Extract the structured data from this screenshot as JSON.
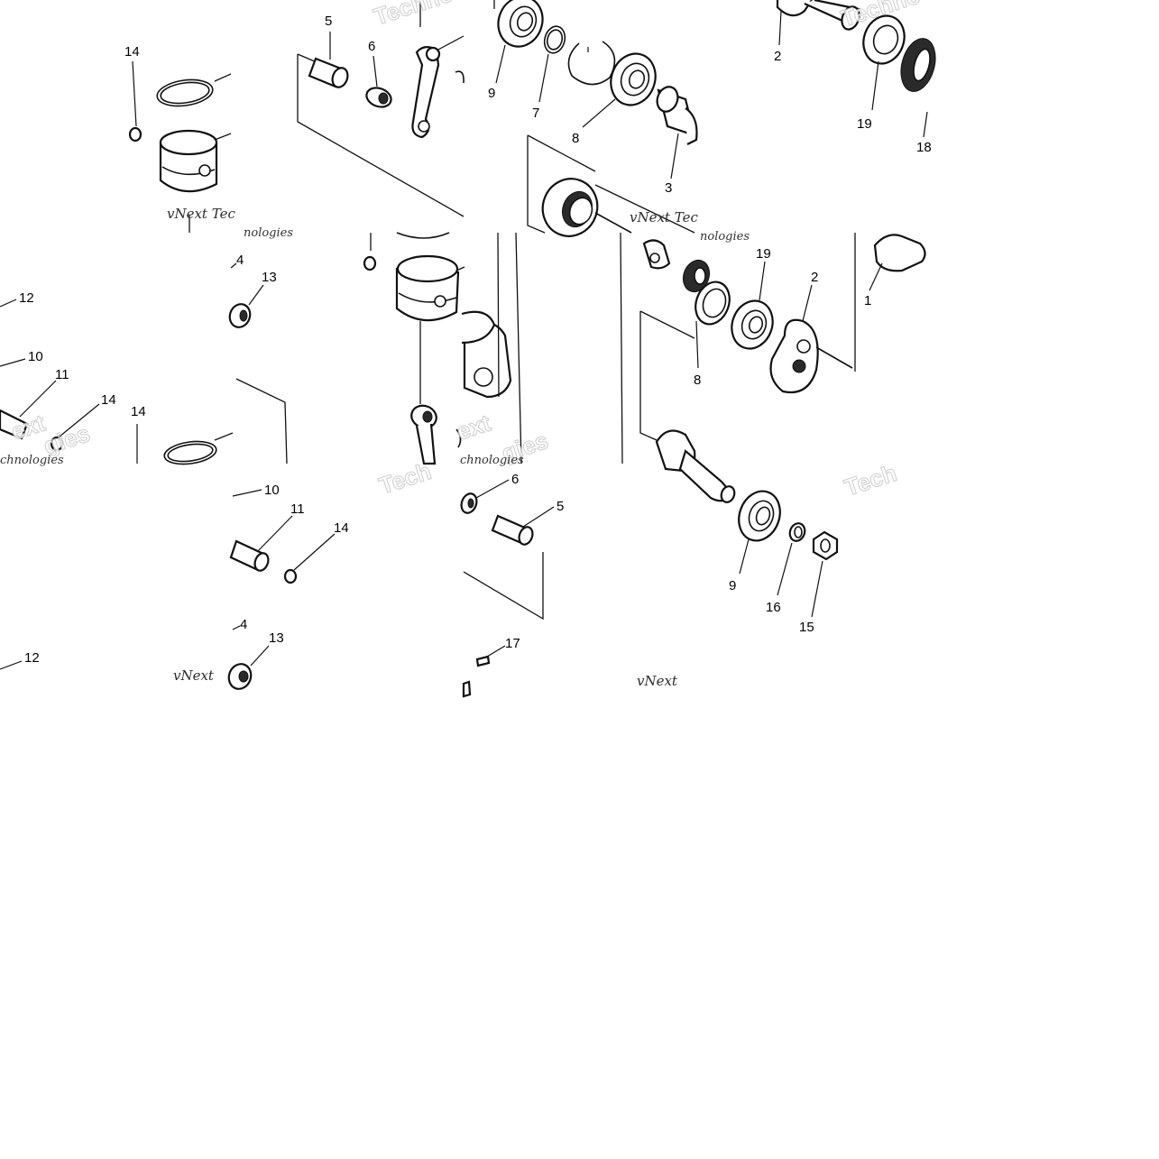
{
  "diagram": {
    "callouts": [
      {
        "id": "c1",
        "label": "14"
      },
      {
        "id": "c2",
        "label": "5"
      },
      {
        "id": "c3",
        "label": "6"
      },
      {
        "id": "c4",
        "label": "9"
      },
      {
        "id": "c5",
        "label": "7"
      },
      {
        "id": "c6",
        "label": "8"
      },
      {
        "id": "c7",
        "label": "3"
      },
      {
        "id": "c8",
        "label": "2"
      },
      {
        "id": "c9",
        "label": "19"
      },
      {
        "id": "c10",
        "label": "18"
      },
      {
        "id": "c11",
        "label": "4"
      },
      {
        "id": "c12",
        "label": "13"
      },
      {
        "id": "c13",
        "label": "12"
      },
      {
        "id": "c14",
        "label": "10"
      },
      {
        "id": "c15",
        "label": "11"
      },
      {
        "id": "c16",
        "label": "14"
      },
      {
        "id": "c17",
        "label": "14"
      },
      {
        "id": "c18",
        "label": "19"
      },
      {
        "id": "c19",
        "label": "2"
      },
      {
        "id": "c20",
        "label": "1"
      },
      {
        "id": "c21",
        "label": "8"
      },
      {
        "id": "c22",
        "label": "6"
      },
      {
        "id": "c23",
        "label": "5"
      },
      {
        "id": "c24",
        "label": "10"
      },
      {
        "id": "c25",
        "label": "11"
      },
      {
        "id": "c26",
        "label": "14"
      },
      {
        "id": "c27",
        "label": "4"
      },
      {
        "id": "c28",
        "label": "13"
      },
      {
        "id": "c29",
        "label": "12"
      },
      {
        "id": "c30",
        "label": "17"
      },
      {
        "id": "c31",
        "label": "9"
      },
      {
        "id": "c32",
        "label": "16"
      },
      {
        "id": "c33",
        "label": "15"
      }
    ],
    "watermarks": {
      "vnext_tech": "vNext Tec",
      "vnext_tech2": "vNext Tec",
      "vnext": "vNext",
      "vnext2": "vNext",
      "technologies": "nologies",
      "technologies2": "nologies",
      "technologies3": "chnologies",
      "technologies4": "chnologies",
      "next": "ext",
      "tech": "Tech",
      "tech2": "Tech",
      "techno": "Techno",
      "techno2": "Techno",
      "gies": "gies",
      "gies2": "gies"
    }
  }
}
